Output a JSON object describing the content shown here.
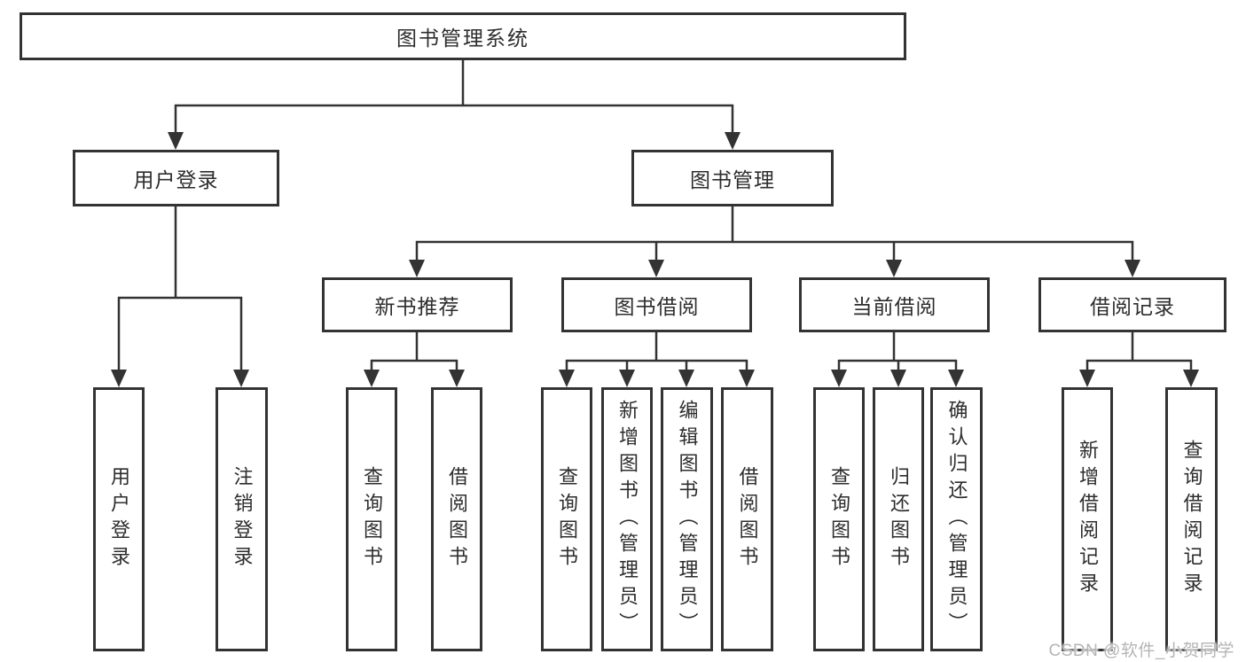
{
  "diagram": {
    "root": {
      "label": "图书管理系统"
    },
    "user_login": {
      "label": "用户登录",
      "children": [
        {
          "label": "用户登录"
        },
        {
          "label": "注销登录"
        }
      ]
    },
    "book_management": {
      "label": "图书管理",
      "sections": [
        {
          "label": "新书推荐",
          "children": [
            {
              "label": "查询图书"
            },
            {
              "label": "借阅图书"
            }
          ]
        },
        {
          "label": "图书借阅",
          "children": [
            {
              "label": "查询图书"
            },
            {
              "label": "新增图书（管理员）"
            },
            {
              "label": "编辑图书（管理员）"
            },
            {
              "label": "借阅图书"
            }
          ]
        },
        {
          "label": "当前借阅",
          "children": [
            {
              "label": "查询图书"
            },
            {
              "label": "归还图书"
            },
            {
              "label": "确认归还（管理员）"
            }
          ]
        },
        {
          "label": "借阅记录",
          "children": [
            {
              "label": "新增借阅记录"
            },
            {
              "label": "查询借阅记录"
            }
          ]
        }
      ]
    }
  },
  "watermark": {
    "text": "CSDN @软件_小贺同学"
  },
  "colors": {
    "line": "#333333",
    "text": "#2d2d2d",
    "watermark": "#b5b5b5",
    "background": "#ffffff"
  }
}
